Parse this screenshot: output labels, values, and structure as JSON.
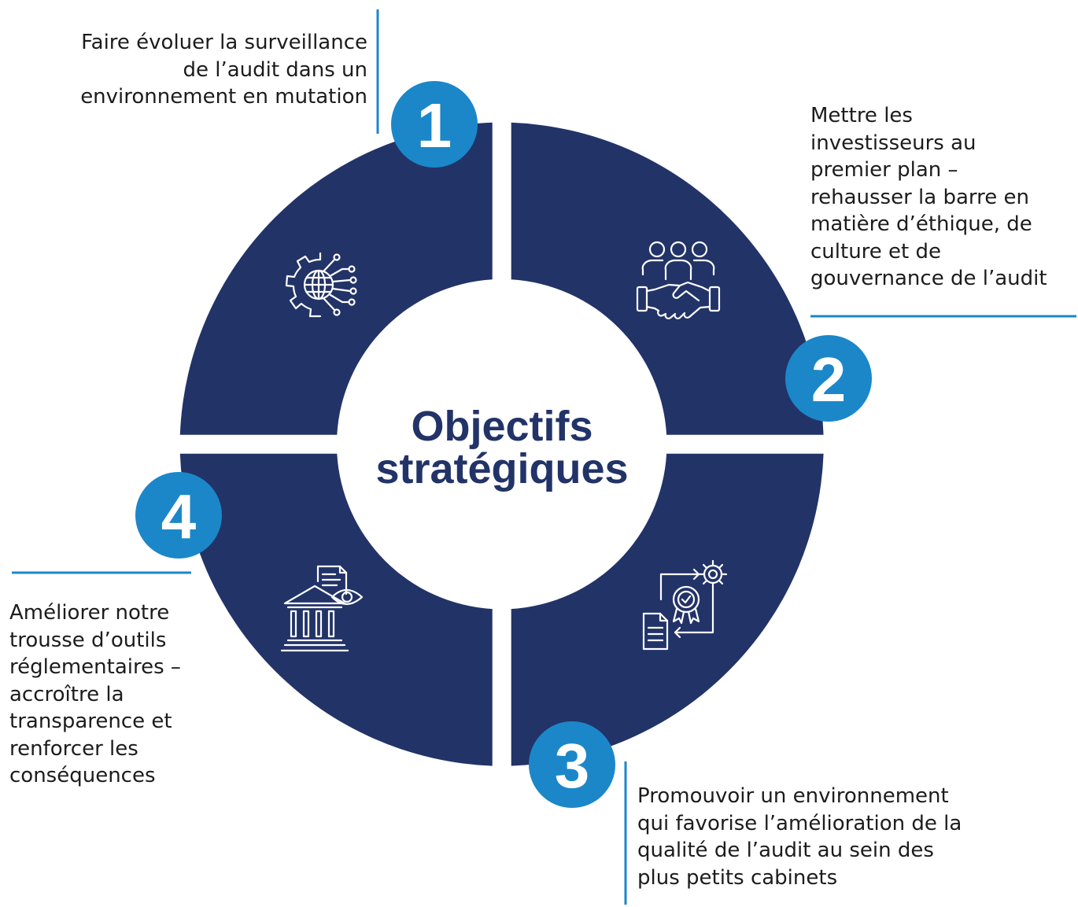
{
  "title": "Objectifs\nstratégiques",
  "colors": {
    "ring": "#223368",
    "badge": "#1b87c9",
    "line": "#1b87c9",
    "icon": "#ffffff",
    "text": "#1c1c1c",
    "title": "#223368"
  },
  "objectives": [
    {
      "number": "1",
      "icon": "gear-globe-network-icon",
      "text": "Faire évoluer la surveillance\nde l’audit dans un\nenvironnement en mutation"
    },
    {
      "number": "2",
      "icon": "people-handshake-icon",
      "text": "Mettre les\ninvestisseurs au\npremier plan –\nrehausser la barre en\nmatière d’éthique, de\nculture et de\ngouvernance de l’audit"
    },
    {
      "number": "3",
      "icon": "document-award-gear-cycle-icon",
      "text": "Promouvoir un environnement\nqui favorise l’amélioration de la\nqualité de l’audit au sein des\nplus petits cabinets"
    },
    {
      "number": "4",
      "icon": "institution-document-eye-icon",
      "text": "Améliorer notre\ntrousse d’outils\nréglementaires –\naccroître la\ntransparence et\nrenforcer les\nconséquences"
    }
  ]
}
